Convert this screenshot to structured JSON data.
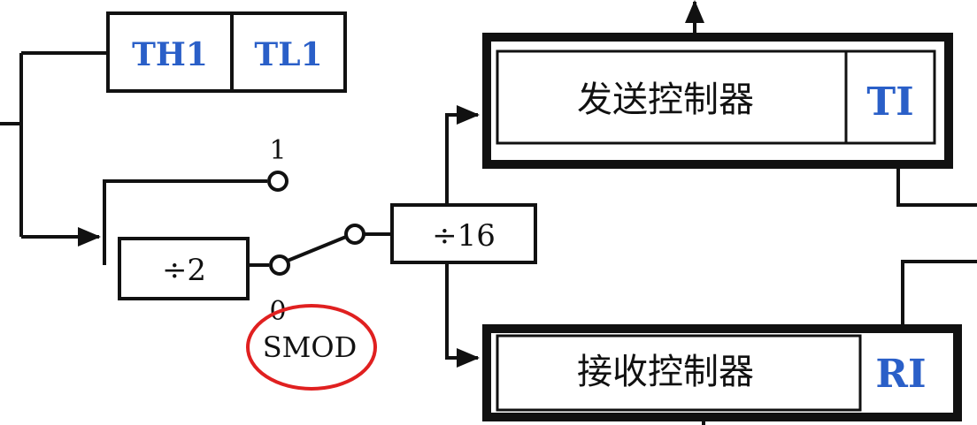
{
  "registers": {
    "th1": "TH1",
    "tl1": "TL1"
  },
  "switch": {
    "pos1": "1",
    "pos0": "0",
    "label": "SMOD"
  },
  "dividers": {
    "div2": "÷2",
    "div16": "÷16"
  },
  "transmit": {
    "label": "发送控制器",
    "flag": "TI"
  },
  "receive": {
    "label": "接收控制器",
    "flag": "RI"
  },
  "colors": {
    "flag_text": "#2a5fc8",
    "highlight": "#e02020"
  }
}
